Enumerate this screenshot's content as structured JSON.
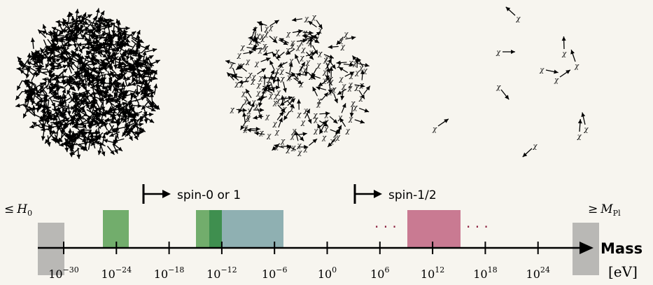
{
  "particle_label": "χ",
  "axis": {
    "title": "Mass",
    "unit": "[eV]",
    "ticks": [
      {
        "base": "10",
        "exp": "−30"
      },
      {
        "base": "10",
        "exp": "−24"
      },
      {
        "base": "10",
        "exp": "−18"
      },
      {
        "base": "10",
        "exp": "−12"
      },
      {
        "base": "10",
        "exp": "−6"
      },
      {
        "base": "10",
        "exp": "0"
      },
      {
        "base": "10",
        "exp": "6"
      },
      {
        "base": "10",
        "exp": "12"
      },
      {
        "base": "10",
        "exp": "18"
      },
      {
        "base": "10",
        "exp": "24"
      }
    ],
    "lower_bound": {
      "symbol": "≤",
      "var": "H",
      "sub": "0"
    },
    "upper_bound": {
      "symbol": "≥",
      "var": "M",
      "sub": "Pl"
    }
  },
  "boson_marker": {
    "label": "spin-0 or 1"
  },
  "fermion_marker": {
    "label": "spin-1/2"
  },
  "ellipsis": "· · ·",
  "colors": {
    "green": "#72ad6c",
    "dark_green": "#3f8f4f",
    "teal": "#8fb0b2",
    "pink": "#c97a92",
    "gray": "#b9b8b5",
    "dots": "#8b1c3c"
  }
}
